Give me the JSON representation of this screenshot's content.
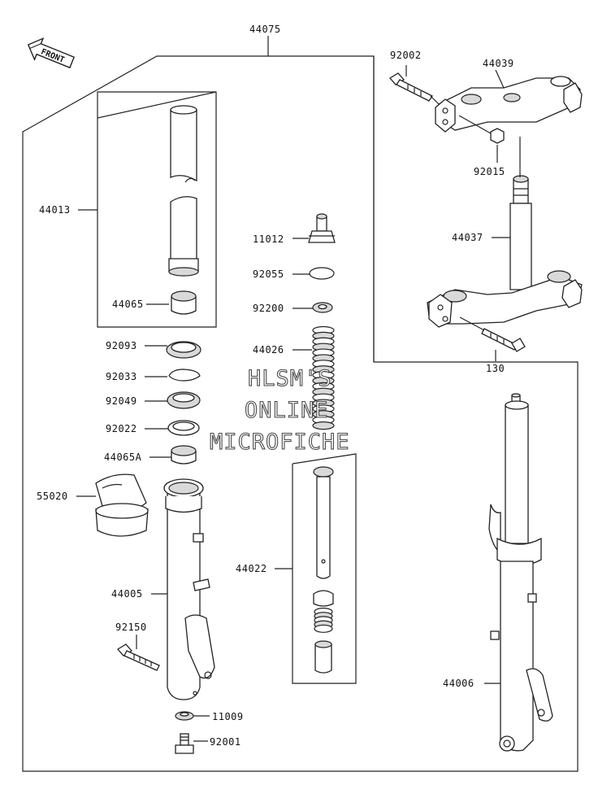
{
  "title_number": "44075",
  "front_label": "FRONT",
  "watermark": [
    "HLSM'S",
    "ONLINE",
    "MICROFICHE"
  ],
  "labels": [
    {
      "id": "44013",
      "text": "44013"
    },
    {
      "id": "44065",
      "text": "44065"
    },
    {
      "id": "92093",
      "text": "92093"
    },
    {
      "id": "92033",
      "text": "92033"
    },
    {
      "id": "92049",
      "text": "92049"
    },
    {
      "id": "92022",
      "text": "92022"
    },
    {
      "id": "44065A",
      "text": "44065A"
    },
    {
      "id": "55020",
      "text": "55020"
    },
    {
      "id": "44005",
      "text": "44005"
    },
    {
      "id": "92150",
      "text": "92150"
    },
    {
      "id": "11009",
      "text": "11009"
    },
    {
      "id": "92001",
      "text": "92001"
    },
    {
      "id": "11012",
      "text": "11012"
    },
    {
      "id": "92055",
      "text": "92055"
    },
    {
      "id": "92200",
      "text": "92200"
    },
    {
      "id": "44026",
      "text": "44026"
    },
    {
      "id": "44022",
      "text": "44022"
    },
    {
      "id": "92002",
      "text": "92002"
    },
    {
      "id": "44039",
      "text": "44039"
    },
    {
      "id": "92015",
      "text": "92015"
    },
    {
      "id": "44037",
      "text": "44037"
    },
    {
      "id": "130",
      "text": "130"
    },
    {
      "id": "44006",
      "text": "44006"
    }
  ]
}
